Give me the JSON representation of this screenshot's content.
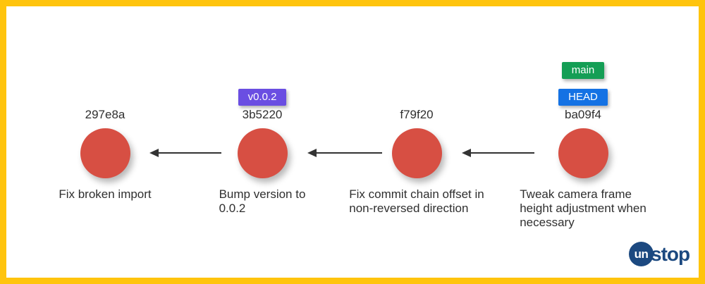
{
  "colors": {
    "border_yellow": "#FFC40D",
    "commit_red": "#D74F43",
    "tag_green": "#149E55",
    "tag_blue": "#1472E4",
    "tag_purple": "#6A4EE2",
    "arrow_dark": "#333333",
    "text_dark": "#2F2F2F",
    "logo_navy": "#1C4980"
  },
  "commits": [
    {
      "hash": "297e8a",
      "message": "Fix broken import"
    },
    {
      "hash": "3b5220",
      "message": "Bump version to\n0.0.2",
      "tag": "v0.0.2"
    },
    {
      "hash": "f79f20",
      "message": "Fix commit chain offset in\nnon-reversed direction"
    },
    {
      "hash": "ba09f4",
      "message": "Tweak camera frame\nheight adjustment when\nnecessary",
      "branch_tag": "main",
      "head_tag": "HEAD"
    }
  ],
  "logo": {
    "circle_text": "un",
    "rest_text": "stop"
  }
}
